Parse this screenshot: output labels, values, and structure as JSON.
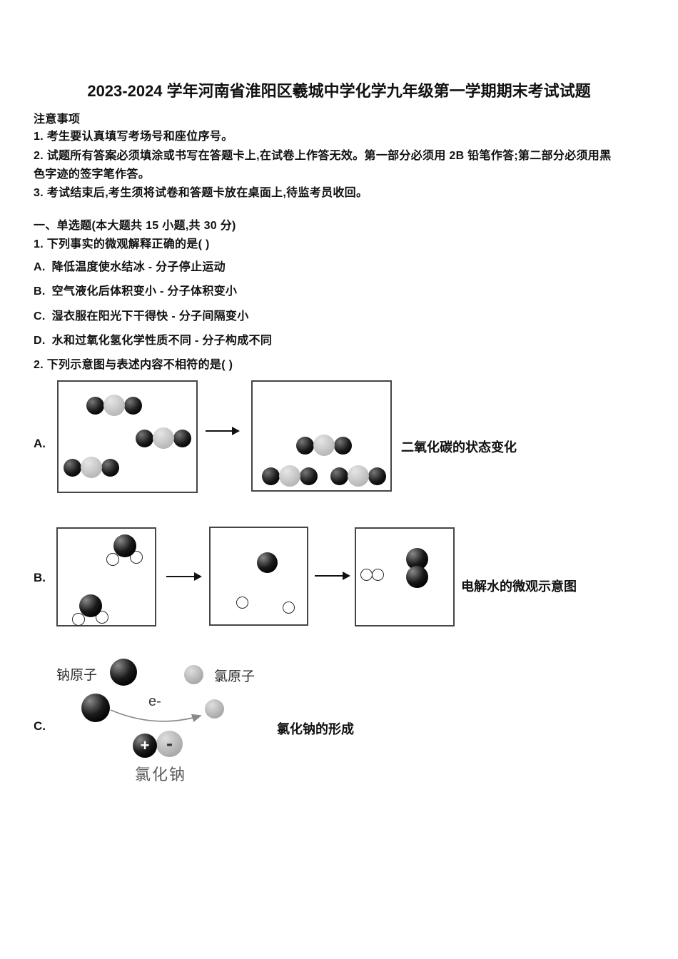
{
  "page": {
    "title": "2023-2024 学年河南省淮阳区羲城中学化学九年级第一学期期末考试试题",
    "ink_color": "#111111"
  },
  "notice": {
    "heading": "注意事项",
    "lines": [
      "1. 考生要认真填写考场号和座位序号。",
      "2. 试题所有答案必须填涂或书写在答题卡上,在试卷上作答无效。第一部分必须用 2B 铅笔作答;第二部分必须用黑",
      "色字迹的签字笔作答。",
      "3. 考试结束后,考生须将试卷和答题卡放在桌面上,待监考员收回。"
    ]
  },
  "section": {
    "heading": "一、单选题(本大题共 15 小题,共 30 分)"
  },
  "q1": {
    "stem": "1. 下列事实的微观解释正确的是(      )",
    "options": [
      {
        "letter": "A.",
        "text": "降低温度使水结冰 - 分子停止运动"
      },
      {
        "letter": "B.",
        "text": "空气液化后体积变小 - 分子体积变小"
      },
      {
        "letter": "C.",
        "text": "湿衣服在阳光下干得快 - 分子间隔变小"
      },
      {
        "letter": "D.",
        "text": "水和过氧化氢化学性质不同 - 分子构成不同"
      }
    ]
  },
  "q2": {
    "stem": "2. 下列示意图与表述内容不相符的是(      )",
    "options": [
      {
        "letter": "A.",
        "caption": "二氧化碳的状态变化"
      },
      {
        "letter": "B.",
        "caption": "电解水的微观示意图"
      },
      {
        "letter": "C.",
        "caption": "氯化钠的形成",
        "annotations": {
          "na_atom": "钠原子",
          "cl_atom": "氯原子",
          "electron": "e-",
          "plus": "+",
          "minus": "-",
          "nacl": "氯化钠"
        }
      }
    ]
  },
  "diagram_colors": {
    "sphere_black": "#000000",
    "sphere_gray": "#b5b5b5",
    "box_border": "#454545"
  }
}
